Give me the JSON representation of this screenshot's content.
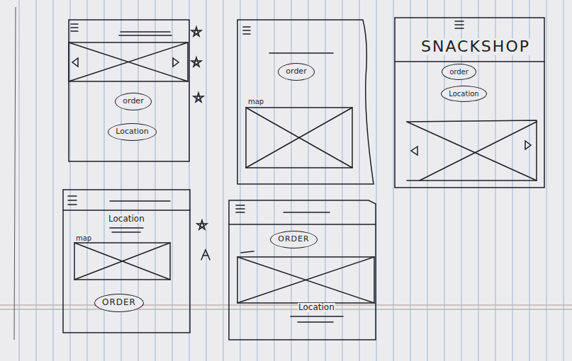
{
  "diagram": {
    "nodes": [
      {
        "text": [
          "order"
        ]
      },
      {
        "text": [
          "Location"
        ]
      },
      {
        "text": [
          "order"
        ]
      },
      {
        "text": [
          "order"
        ]
      },
      {
        "text": [
          "Location"
        ]
      },
      {
        "text": [
          "ORDER"
        ]
      },
      {
        "text": [
          "ORDER"
        ]
      }
    ],
    "labels": [
      "map",
      "SNACKSHOP",
      "Location",
      "map",
      "Location"
    ]
  }
}
